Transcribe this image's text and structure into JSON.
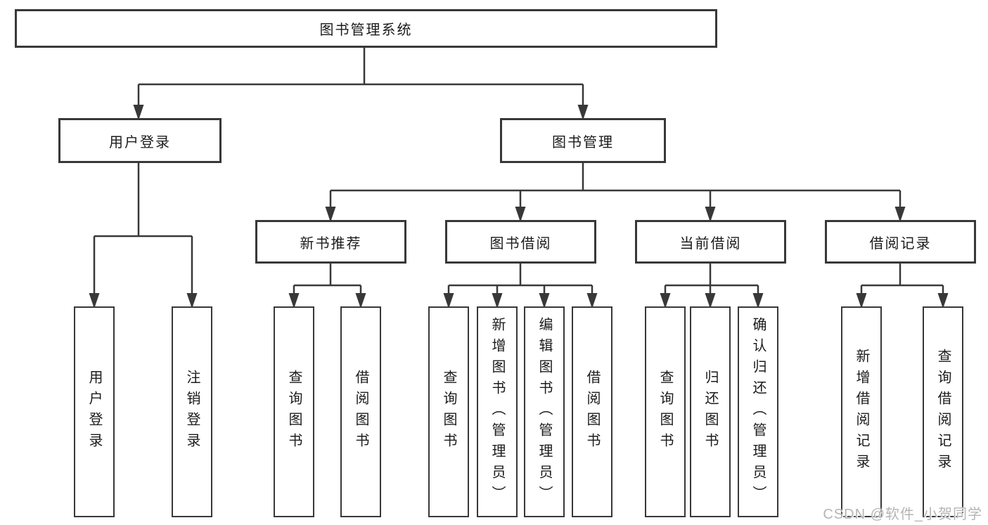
{
  "hierarchy": {
    "root": {
      "label": "图书管理系统"
    },
    "groups": [
      {
        "label": "用户登录",
        "children": [
          {
            "label": "用户登录"
          },
          {
            "label": "注销登录"
          }
        ]
      },
      {
        "label": "图书管理",
        "subgroups": [
          {
            "label": "新书推荐",
            "children": [
              {
                "label": "查询图书"
              },
              {
                "label": "借阅图书"
              }
            ]
          },
          {
            "label": "图书借阅",
            "children": [
              {
                "label": "查询图书"
              },
              {
                "label": "新增图书（管理员）"
              },
              {
                "label": "编辑图书（管理员）"
              },
              {
                "label": "借阅图书"
              }
            ]
          },
          {
            "label": "当前借阅",
            "children": [
              {
                "label": "查询图书"
              },
              {
                "label": "归还图书"
              },
              {
                "label": "确认归还（管理员）"
              }
            ]
          },
          {
            "label": "借阅记录",
            "children": [
              {
                "label": "新增借阅记录"
              },
              {
                "label": "查询借阅记录"
              }
            ]
          }
        ]
      }
    ]
  },
  "watermark": {
    "text": "CSDN @软件_小贺同学"
  },
  "colors": {
    "line": "#383838",
    "box_border": "#383838",
    "text": "#1b1b1b",
    "watermark": "#b5b5b5",
    "background": "#ffffff"
  }
}
